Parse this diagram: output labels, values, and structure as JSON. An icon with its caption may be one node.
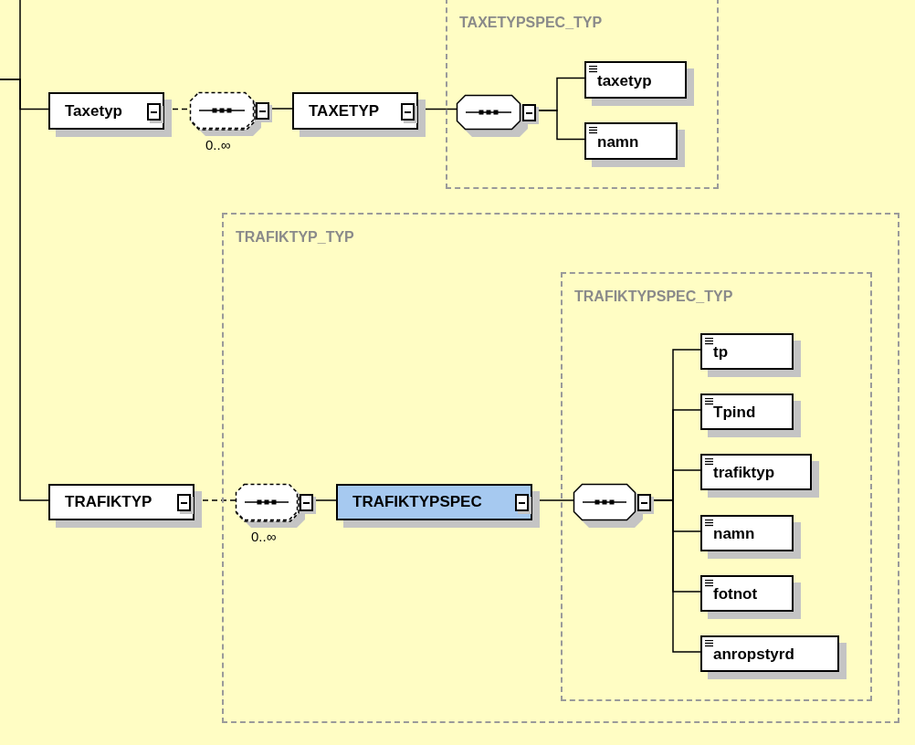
{
  "diagram": {
    "nodes": [
      {
        "text": [
          "Taxetyp"
        ]
      },
      {
        "text": [],
        "shape": "octagon",
        "beside": [
          "0..∞"
        ]
      },
      {
        "text": [
          "TAXETYP"
        ]
      },
      {
        "text": [
          "TAXETYPSPEC_TYP"
        ]
      },
      {
        "text": [],
        "shape": "octagon",
        "in": 3
      },
      {
        "text": [
          "taxetyp"
        ],
        "in": 3
      },
      {
        "text": [
          "namn"
        ],
        "in": 3
      },
      {
        "text": [
          "TRAFIKTYP_TYP"
        ]
      },
      {
        "text": [
          "TRAFIKTYP"
        ]
      },
      {
        "text": [],
        "shape": "octagon",
        "beside": [
          "0..∞"
        ],
        "in": 7
      },
      {
        "text": [
          "TRAFIKTYPSPEC"
        ],
        "in": 7
      },
      {
        "text": [
          "TRAFIKTYPSPEC_TYP"
        ],
        "in": 7
      },
      {
        "text": [],
        "shape": "octagon",
        "in": 11
      },
      {
        "text": [
          "tp"
        ],
        "in": 11
      },
      {
        "text": [
          "Tpind"
        ],
        "in": 11
      },
      {
        "text": [
          "trafiktyp"
        ],
        "in": 11
      },
      {
        "text": [
          "namn"
        ],
        "in": 11
      },
      {
        "text": [
          "fotnot"
        ],
        "in": 11
      },
      {
        "text": [
          "anropstyrd"
        ],
        "in": 11
      }
    ],
    "edges": [
      {
        "from": null,
        "to": 0,
        "arrow": "none"
      },
      {
        "from": null,
        "to": 8,
        "arrow": "none"
      },
      {
        "from": 0,
        "to": 1,
        "arrow": "none",
        "style": "dashed"
      },
      {
        "from": 1,
        "to": 2,
        "arrow": "none"
      },
      {
        "from": 2,
        "to": 4,
        "arrow": "none"
      },
      {
        "from": 4,
        "to": 5,
        "arrow": "none"
      },
      {
        "from": 4,
        "to": 6,
        "arrow": "none"
      },
      {
        "from": 8,
        "to": 9,
        "arrow": "none",
        "style": "dashed"
      },
      {
        "from": 9,
        "to": 10,
        "arrow": "none"
      },
      {
        "from": 10,
        "to": 12,
        "arrow": "none"
      },
      {
        "from": 12,
        "to": 13,
        "arrow": "none"
      },
      {
        "from": 12,
        "to": 14,
        "arrow": "none"
      },
      {
        "from": 12,
        "to": 15,
        "arrow": "none"
      },
      {
        "from": 12,
        "to": 16,
        "arrow": "none"
      },
      {
        "from": 12,
        "to": 17,
        "arrow": "none"
      },
      {
        "from": 12,
        "to": 18,
        "arrow": "none"
      }
    ]
  }
}
